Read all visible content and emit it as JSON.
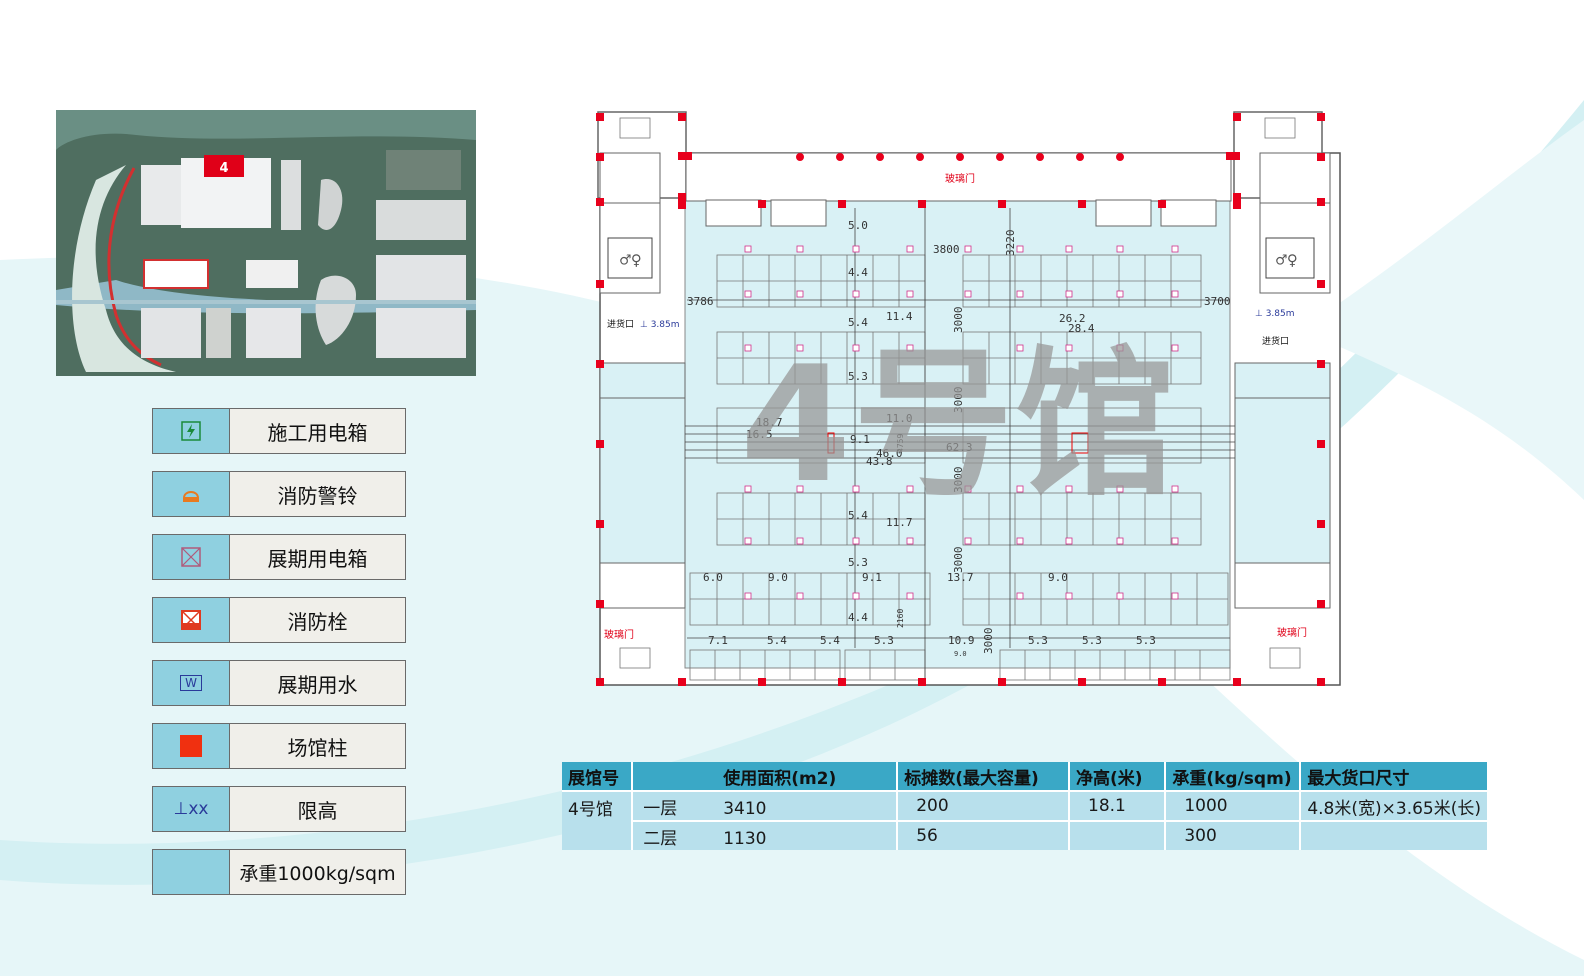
{
  "site_map": {
    "hall_marker": "4"
  },
  "legend": [
    {
      "icon": "power-box-icon",
      "label": "施工用电箱"
    },
    {
      "icon": "fire-bell-icon",
      "label": "消防警铃"
    },
    {
      "icon": "exhibition-power-box-icon",
      "label": "展期用电箱"
    },
    {
      "icon": "fire-hydrant-icon",
      "label": "消防栓"
    },
    {
      "icon": "water-supply-icon",
      "label": "展期用水",
      "icon_text": "W"
    },
    {
      "icon": "hall-column-icon",
      "label": "场馆柱"
    },
    {
      "icon": "height-limit-icon",
      "label": "限高",
      "icon_text": "⊥xx"
    },
    {
      "icon": "load-area-swatch",
      "label": "承重1000kg/sqm"
    }
  ],
  "floor_plan": {
    "watermark": "4号馆",
    "glass_door_top": "玻璃门",
    "glass_door_left": "玻璃门",
    "glass_door_right": "玻璃门",
    "loading_left": "进货口",
    "loading_left_height": "⊥ 3.85m",
    "loading_right": "进货口",
    "loading_right_height": "⊥ 3.85m",
    "dimensions": {
      "d5_0": "5.0",
      "d3800": "3800",
      "d3220": "3220",
      "d4_4a": "4.4",
      "d3786": "3786",
      "d3700": "3700",
      "d5_4a": "5.4",
      "d11_4": "11.4",
      "d26_2": "26.2",
      "d28_4": "28.4",
      "d3000a": "3000",
      "d5_3a": "5.3",
      "d3000b": "3000",
      "d11_0": "11.0",
      "d18_7": "18.7",
      "d16_5": "16.5",
      "d9_1a": "9.1",
      "d4759": "4759",
      "d62_3": "62.3",
      "d46_0": "46.0",
      "d43_8": "43.8",
      "d3000c": "3000",
      "d5_4b": "5.4",
      "d11_7": "11.7",
      "d5_3b": "5.3",
      "d3000d": "3000",
      "d6_0": "6.0",
      "d9_0a": "9.0",
      "d9_1b": "9.1",
      "d13_7": "13.7",
      "d9_0b": "9.0",
      "d4_4b": "4.4",
      "d2160": "2160",
      "d3000e": "3000",
      "d7_1": "7.1",
      "d5_4c": "5.4",
      "d5_4d": "5.4",
      "d5_3c": "5.3",
      "d10_9": "10.9",
      "d5_3d": "5.3",
      "d5_3e": "5.3",
      "d5_3f": "5.3",
      "d9_0c": "9.0"
    }
  },
  "spec_table": {
    "headers": [
      "展馆号",
      "使用面积(m2)",
      "标摊数(最大容量)",
      "净高(米)",
      "承重(kg/sqm)",
      "最大货口尺寸"
    ],
    "hall": "4号馆",
    "rows": [
      {
        "floor": "一层",
        "area": "3410",
        "booths": "200",
        "height": "18.1",
        "load": "1000",
        "door": "4.8米(宽)×3.65米(长)"
      },
      {
        "floor": "二层",
        "area": "1130",
        "booths": "56",
        "height": "",
        "load": "300",
        "door": ""
      }
    ]
  },
  "colors": {
    "accent": "#3aa8c6",
    "swatch": "#8fd0e0",
    "column": "#e8001c",
    "background_curve": "#d9f2f5"
  }
}
